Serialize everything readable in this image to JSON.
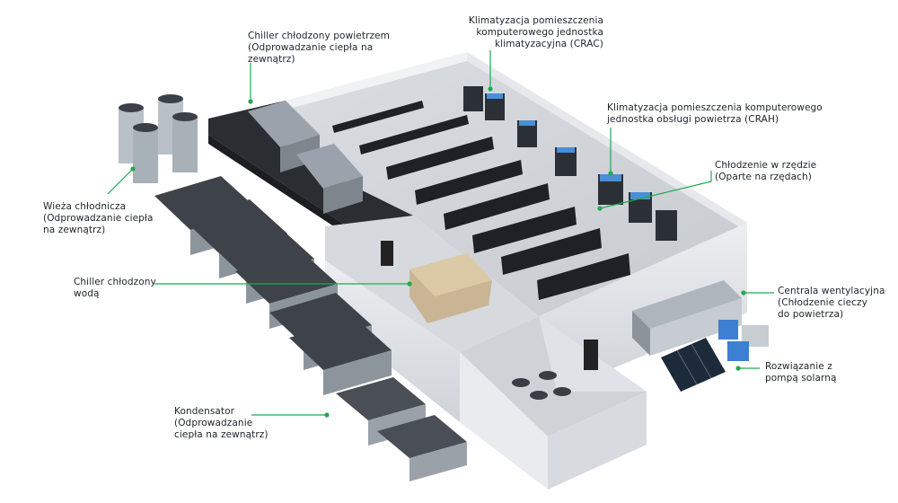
{
  "colors": {
    "leader": "#1faa4f",
    "wall": "#e4e6e9",
    "floor": "#d2d5d9",
    "rack": "#1e2126",
    "coil": "#6e7f8c"
  },
  "labels": {
    "air_chiller": [
      "Chiller chłodzony powietrzem",
      "(Odprowadzanie ciepła na",
      "zewnątrz)"
    ],
    "crac": [
      "Klimatyzacja pomieszczenia",
      "komputerowego jednostka",
      "klimatyzacyjna (CRAC)"
    ],
    "crah": [
      "Klimatyzacja pomieszczenia komputerowego",
      "jednostka obsługi powietrza (CRAH)"
    ],
    "inrow": [
      "Chłodzenie w rzędzie",
      "(Oparte na rzędach)"
    ],
    "tower": [
      "Wieża chłodnicza",
      "(Odprowadzanie ciepła",
      "na zewnątrz)"
    ],
    "water_chiller": [
      "Chiller chłodzony",
      "wodą"
    ],
    "ahu": [
      "Centrala wentylacyjna",
      "(Chłodzenie cieczy",
      "do powietrza)"
    ],
    "solar": [
      "Rozwiązanie z",
      "pompą solarną"
    ],
    "condenser": [
      "Kondensator",
      "(Odprowadzanie",
      "ciepła na zewnątrz)"
    ]
  }
}
